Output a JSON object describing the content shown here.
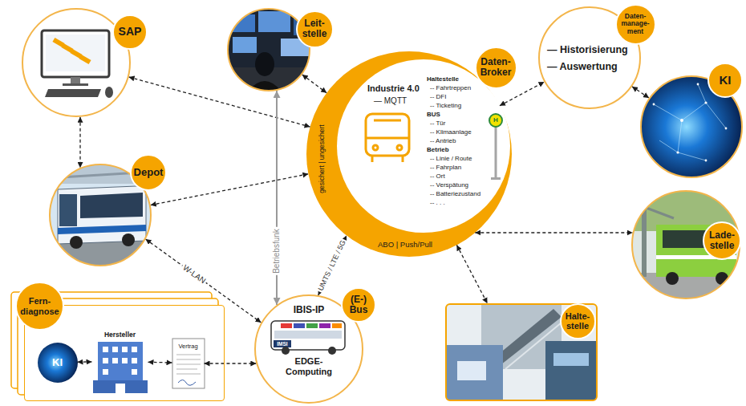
{
  "diagram": {
    "nodes": [
      {
        "text": [
          "SAP"
        ]
      },
      {
        "text": [
          "Leit- stelle"
        ]
      },
      {
        "text": [
          "Daten- Broker",
          "gesichert | ungesichert",
          "Industrie 4.0",
          "— MQTT",
          "Haltestelle",
          "-- Fahrtreppen",
          "-- DFI",
          "-- Ticketing",
          "BUS",
          "-- Tür",
          "-- Klimaanlage",
          "-- Antrieb",
          "Betrieb",
          "-- Linie / Route",
          "-- Fahrplan",
          "-- Ort",
          "-- Verspätung",
          "-- Batteriezustand",
          "-- . . .",
          "ABO | Push/Pull"
        ]
      },
      {
        "text": [
          "Daten- manage- ment",
          "— Historisierung",
          "— Auswertung"
        ]
      },
      {
        "text": [
          "KI"
        ]
      },
      {
        "text": [
          "Depot"
        ]
      },
      {
        "text": [
          "Lade- stelle"
        ]
      },
      {
        "text": [
          "Fern- diagnose"
        ]
      },
      {
        "text": [
          "KI"
        ],
        "in": 7
      },
      {
        "text": [
          "Hersteller"
        ],
        "in": 7
      },
      {
        "text": [
          "Vertrag"
        ],
        "in": 7
      },
      {
        "text": [
          "(E-) Bus",
          "IBIS-IP",
          "EDGE- Computing"
        ]
      },
      {
        "text": [
          "Halte- stelle"
        ]
      }
    ],
    "edges": [
      {
        "from": 0,
        "to": 5,
        "arrow": "both"
      },
      {
        "from": 0,
        "to": 2,
        "arrow": "both"
      },
      {
        "from": 1,
        "to": 2,
        "arrow": "both"
      },
      {
        "from": 1,
        "to": 11,
        "label": "Betriebsfunk",
        "arrow": "both"
      },
      {
        "from": 2,
        "to": 3,
        "arrow": "both"
      },
      {
        "from": 3,
        "to": 4,
        "arrow": "both"
      },
      {
        "from": 5,
        "to": 2,
        "arrow": "both"
      },
      {
        "from": 5,
        "to": 11,
        "label": "W-LAN",
        "arrow": "both"
      },
      {
        "from": 11,
        "to": 2,
        "label": "UMTS / LTE / 5G",
        "arrow": "both"
      },
      {
        "from": 2,
        "to": 6,
        "arrow": "both"
      },
      {
        "from": 2,
        "to": 12,
        "arrow": "both"
      },
      {
        "from": 8,
        "to": 9,
        "arrow": "both"
      },
      {
        "from": 9,
        "to": 10,
        "arrow": "both"
      },
      {
        "from": 10,
        "to": 11,
        "arrow": "both"
      }
    ],
    "labels": [
      "IMSI",
      "H"
    ]
  }
}
